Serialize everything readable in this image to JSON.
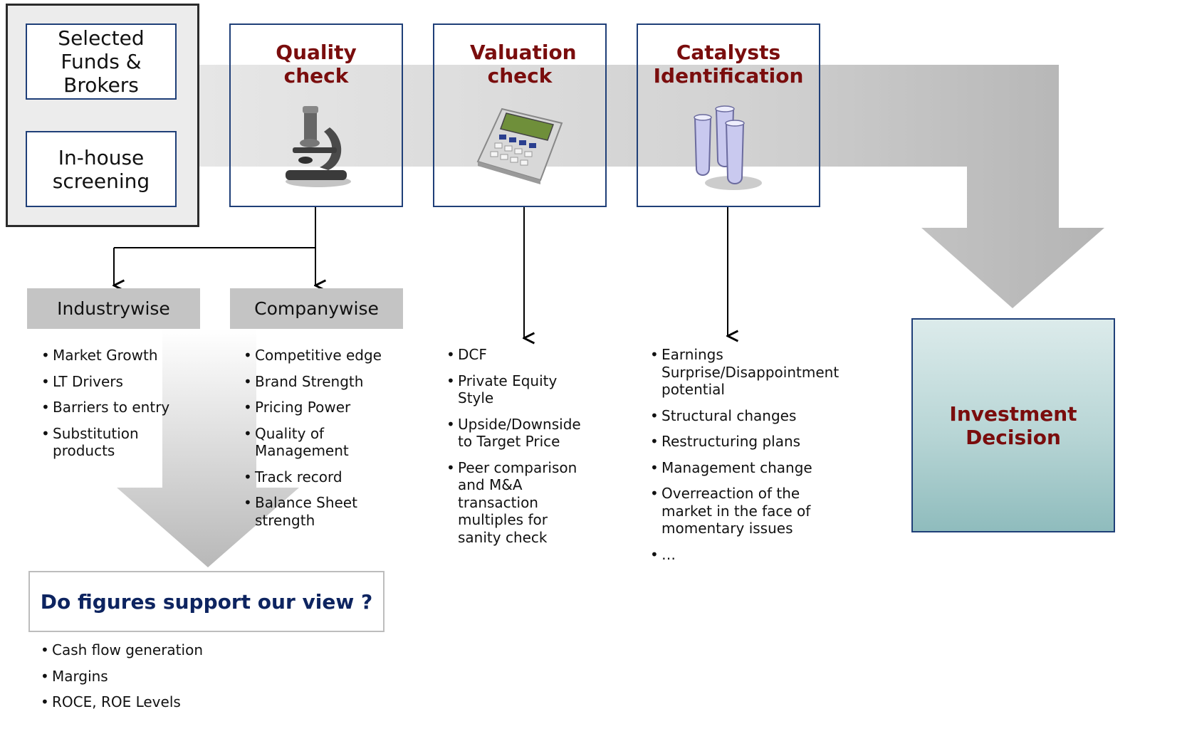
{
  "sources": {
    "selected_funds": "Selected Funds & Brokers",
    "inhouse": "In-house screening"
  },
  "stages": [
    {
      "title": "Quality check",
      "icon": "microscope-icon"
    },
    {
      "title": "Valuation check",
      "icon": "calculator-icon"
    },
    {
      "title": "Catalysts Identification",
      "icon": "test-tubes-icon"
    }
  ],
  "quality": {
    "industrywise": {
      "label": "Industrywise",
      "items": [
        "Market Growth",
        "LT Drivers",
        "Barriers to entry",
        "Substitution products"
      ]
    },
    "companywise": {
      "label": "Companywise",
      "items": [
        "Competitive edge",
        "Brand Strength",
        "Pricing Power",
        "Quality of Management",
        "Track record",
        "Balance Sheet strength"
      ]
    }
  },
  "valuation": {
    "items": [
      "DCF",
      "Private Equity Style",
      "Upside/Downside to Target Price",
      "Peer comparison and M&A transaction multiples for sanity check"
    ]
  },
  "catalysts": {
    "items": [
      "Earnings Surprise/Disappointment potential",
      "Structural changes",
      "Restructuring plans",
      "Management change",
      "Overreaction of the market in the face of momentary issues",
      "…"
    ]
  },
  "decision": "Investment Decision",
  "figures": {
    "question": "Do figures support our view ?",
    "items": [
      "Cash flow generation",
      "Margins",
      "ROCE, ROE Levels"
    ]
  },
  "colors": {
    "stage_title": "#7a0d0d",
    "box_border": "#1f3f78",
    "question": "#0d2460",
    "arrow_grey": "#b0b0b0"
  }
}
